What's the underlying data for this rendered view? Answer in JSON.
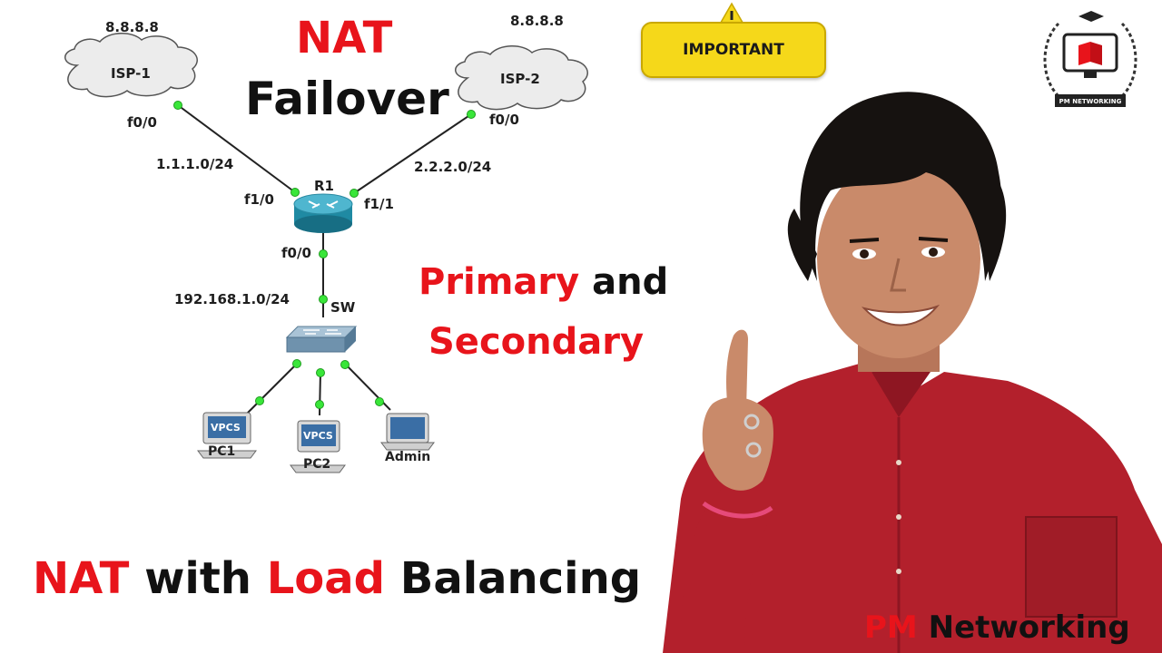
{
  "title": {
    "line1": "NAT",
    "line2": "Failover"
  },
  "badge": {
    "text": "IMPORTANT"
  },
  "nodes": {
    "isp1": {
      "name": "ISP-1",
      "ip": "8.8.8.8",
      "iface": "f0/0"
    },
    "isp2": {
      "name": "ISP-2",
      "ip": "8.8.8.8",
      "iface": "f0/0"
    },
    "r1": {
      "name": "R1",
      "left_iface": "f1/0",
      "right_iface": "f1/1",
      "down_iface": "f0/0"
    },
    "sw": {
      "name": "SW"
    },
    "pc1": {
      "name": "PC1",
      "screen": "VPCS"
    },
    "pc2": {
      "name": "PC2",
      "screen": "VPCS"
    },
    "admin": {
      "name": "Admin"
    }
  },
  "subnets": {
    "left": "1.1.1.0/24",
    "right": "2.2.2.0/24",
    "lan": "192.168.1.0/24"
  },
  "subtitle": {
    "primary": "Primary",
    "and": "and",
    "secondary": "Secondary"
  },
  "bottom": {
    "nat": "NAT",
    "with": "with",
    "load": "Load",
    "balancing": "Balancing"
  },
  "brand": {
    "pm": "PM",
    "networking": "Networking",
    "logo_text": "PM NETWORKING"
  },
  "colors": {
    "accent_red": "#e8141b",
    "badge_yellow": "#f5d81a",
    "link_green": "#39e639",
    "shirt": "#b3202c"
  }
}
